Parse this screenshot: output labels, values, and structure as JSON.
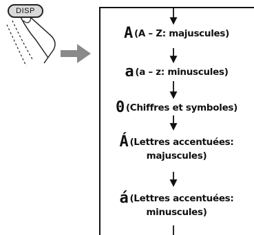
{
  "button": {
    "label": "DISP"
  },
  "modes": [
    {
      "glyph": "A",
      "text": "(A – Z: majuscules)"
    },
    {
      "glyph": "a",
      "text": "(a – z: minuscules)"
    },
    {
      "glyph": "0",
      "text": "(Chiffres et symboles)"
    },
    {
      "glyph": "Á",
      "text": "(Lettres accentuées:",
      "text2": "majuscules)"
    },
    {
      "glyph": "á",
      "text": "(Lettres accentuées:",
      "text2": "minuscules)"
    }
  ]
}
